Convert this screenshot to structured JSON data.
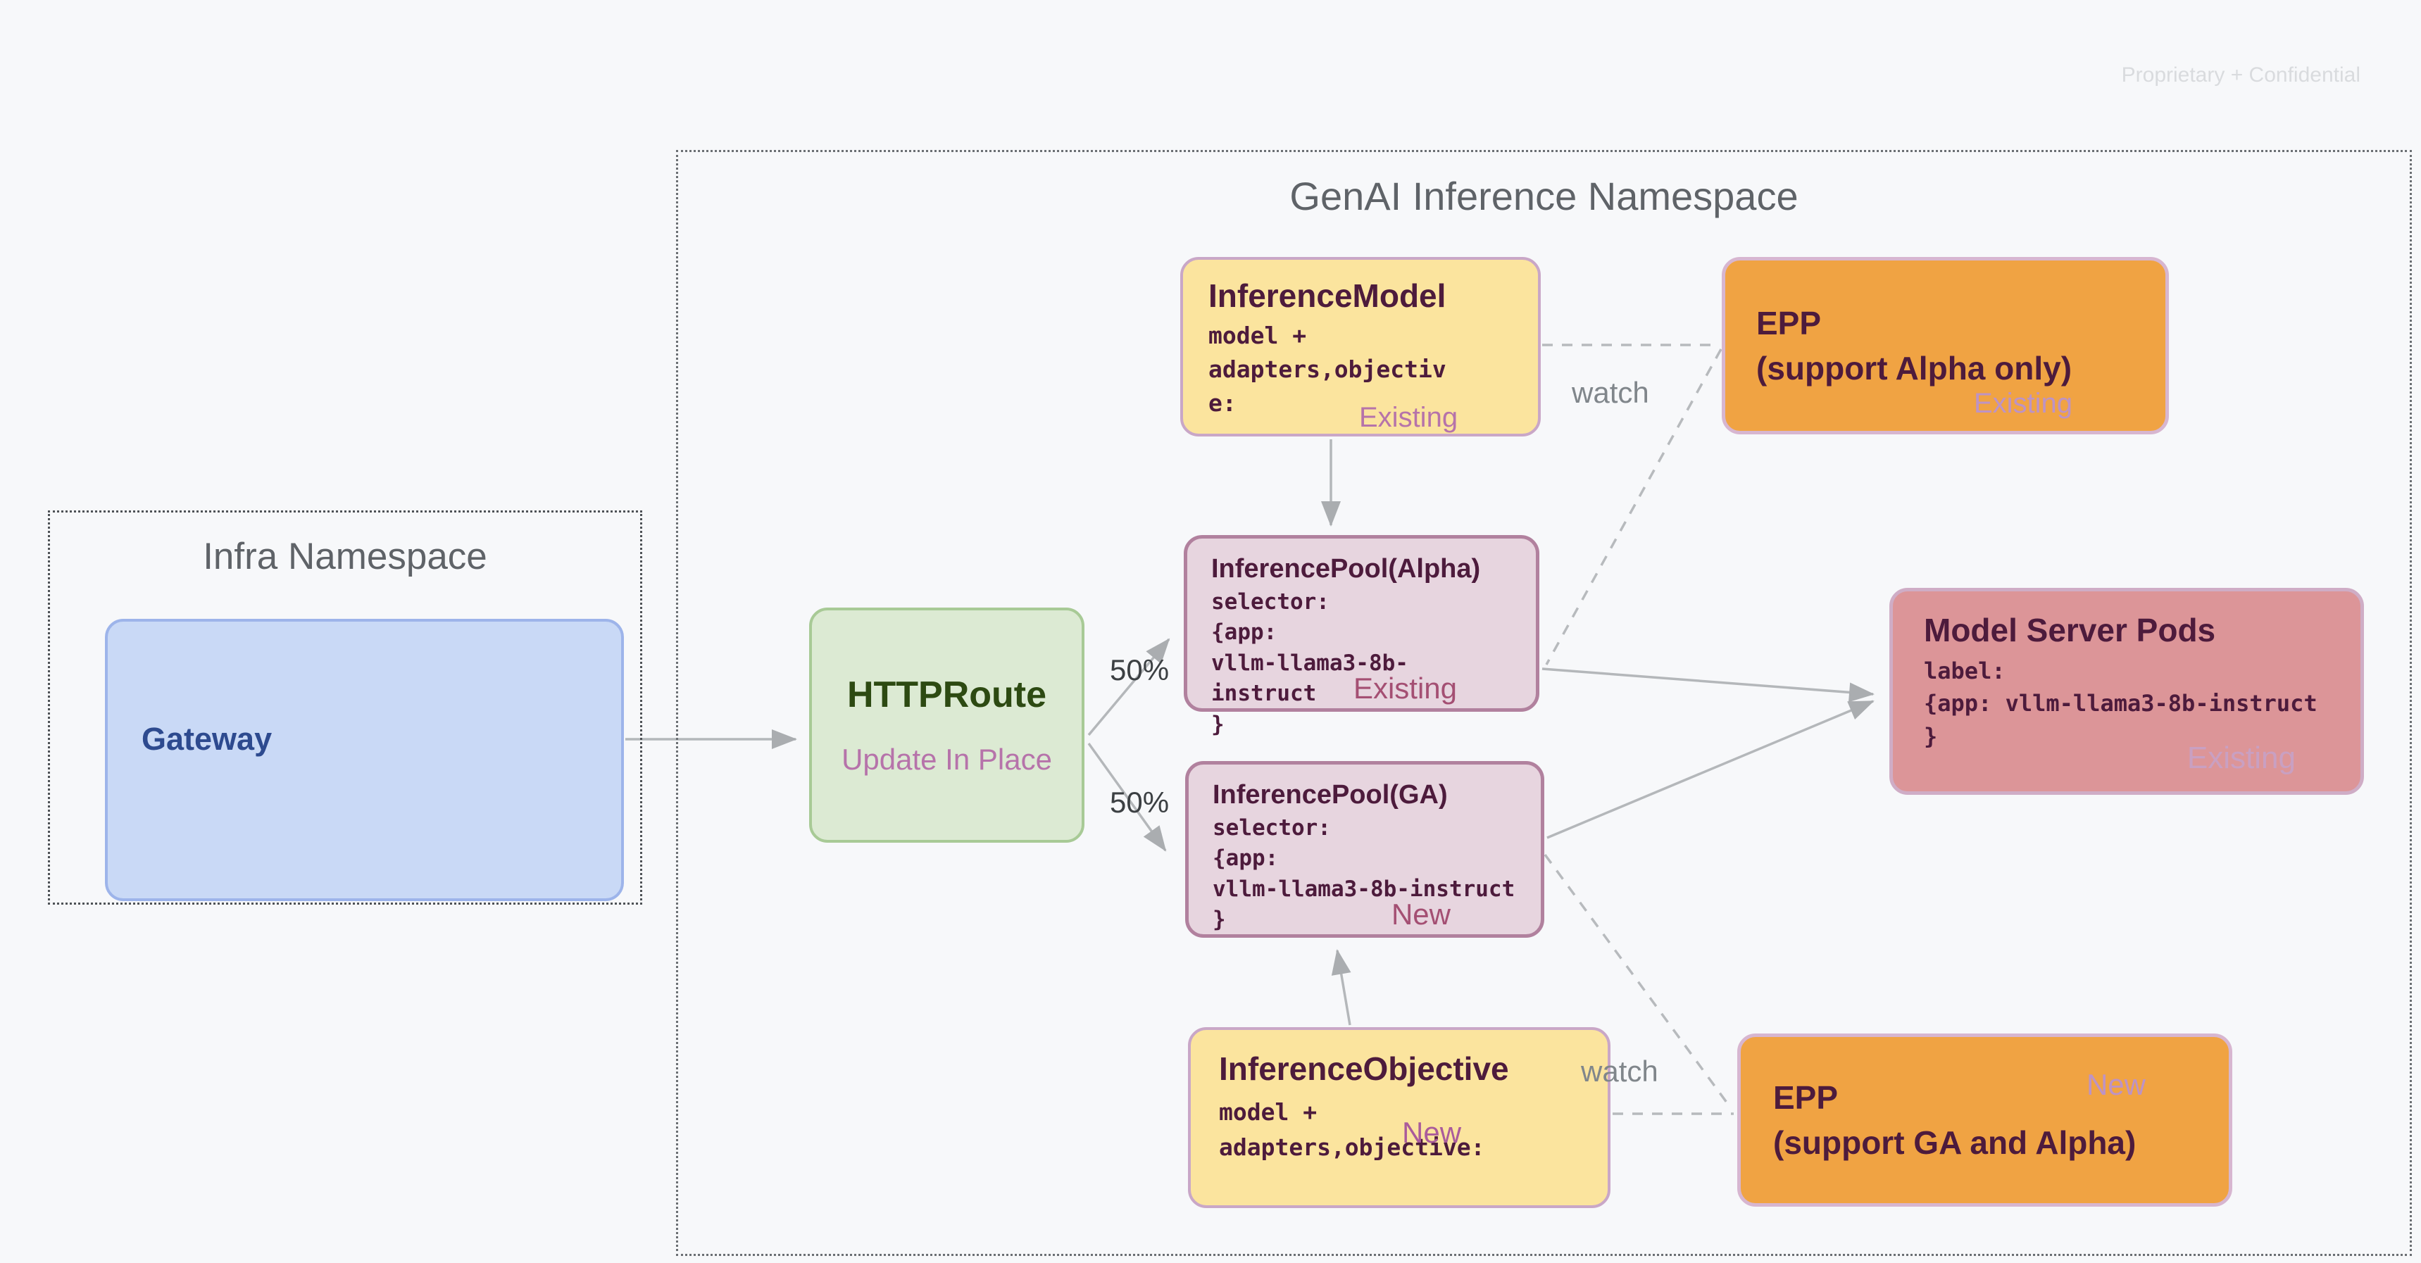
{
  "watermark": "Proprietary + Confidential",
  "genai": {
    "title": "GenAI Inference Namespace"
  },
  "infra": {
    "title": "Infra Namespace",
    "gateway": {
      "title": "Gateway"
    }
  },
  "nodes": {
    "httproute": {
      "title": "HTTPRoute",
      "subtitle": "Update In Place"
    },
    "inferenceModel": {
      "title": "InferenceModel",
      "body": "model +\nadapters,objectiv\ne:",
      "badge": "Existing"
    },
    "eppAlpha": {
      "title": "EPP\n(support Alpha only)",
      "badge": "Existing"
    },
    "poolAlpha": {
      "title": "InferencePool(Alpha)",
      "body": "selector:\n{app:\nvllm-llama3-8b-instruct\n}",
      "badge": "Existing"
    },
    "poolGA": {
      "title": "InferencePool(GA)",
      "body": "selector:\n{app:\nvllm-llama3-8b-instruct\n}",
      "badge": "New"
    },
    "pods": {
      "title": "Model Server Pods",
      "body": "label:\n{app: vllm-llama3-8b-instruct\n}",
      "badge": "Existing"
    },
    "objective": {
      "title": "InferenceObjective",
      "body": "model +\nadapters,objective:",
      "badge": "New"
    },
    "eppGA": {
      "title": "EPP\n(support GA and Alpha)",
      "badge": "New"
    }
  },
  "labels": {
    "watchTop": "watch",
    "watchBottom": "watch",
    "splitTop": "50%",
    "splitBottom": "50%"
  },
  "colors": {
    "background": "#f7f8fa",
    "yellow_fill": "#fbe49e",
    "orange_fill": "#f0a343",
    "pool_fill": "#e7d5df",
    "pods_fill": "#dc9598",
    "green_fill": "#dcead3",
    "blue_fill": "#c9d9f6",
    "title_plum": "#4d1b3c",
    "badge_pink": "#a44f73",
    "badge_orchid": "#b673aa",
    "badge_lavender": "#bd93c5",
    "gray_text": "#5f6368"
  }
}
